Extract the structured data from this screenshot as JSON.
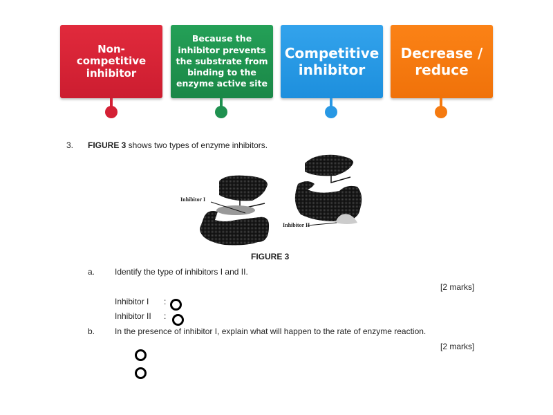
{
  "answer_cards": [
    {
      "label": "Non-competitive inhibitor",
      "color": "#d42035"
    },
    {
      "label": "Because the inhibitor prevents the substrate from binding to the enzyme active site",
      "color": "#1f9150"
    },
    {
      "label": "Competitive inhibitor",
      "color": "#2898e4"
    },
    {
      "label": "Decrease / reduce",
      "color": "#f57a10"
    }
  ],
  "question": {
    "number": "3.",
    "figure_ref": "FIGURE 3",
    "intro": " shows two types of enzyme inhibitors.",
    "figure": {
      "caption": "FIGURE 3",
      "label_1": "Inhibitor I",
      "label_2": "Inhibitor II"
    },
    "part_a": {
      "letter": "a.",
      "text": "Identify the type of inhibitors I and II.",
      "marks": "[2 marks]",
      "rows": [
        {
          "label": "Inhibitor I",
          "sep": ":"
        },
        {
          "label": "Inhibitor II",
          "sep": ":"
        }
      ]
    },
    "part_b": {
      "letter": "b.",
      "text": "In the presence of inhibitor I, explain what will happen to the rate of enzyme reaction.",
      "marks": "[2 marks]"
    }
  }
}
